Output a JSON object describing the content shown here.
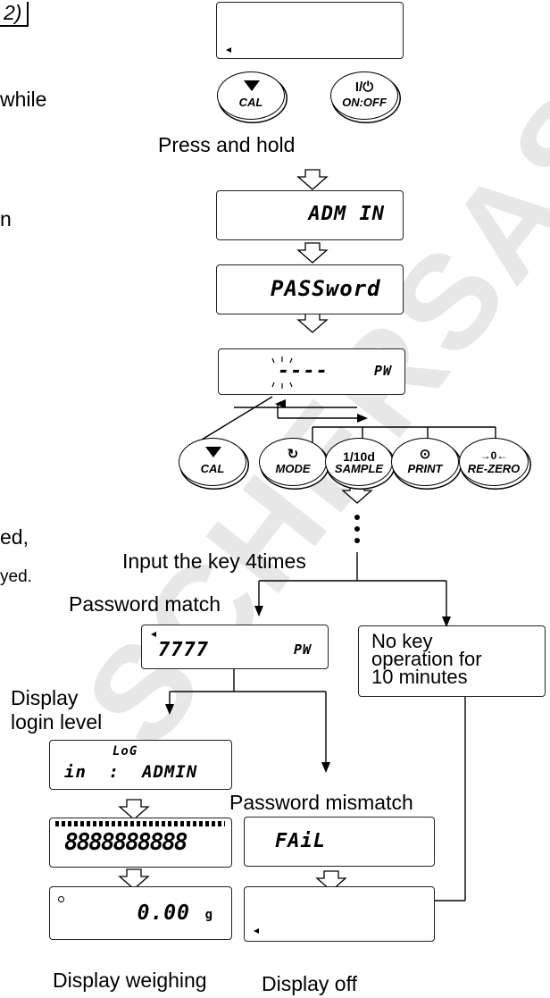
{
  "left_text": {
    "title_fragment": "2)",
    "while": "while",
    "n": "n",
    "ed": "ed,",
    "yed": "yed."
  },
  "watermark": "SCHERSAS",
  "keys_top": {
    "cal": {
      "label": "CAL",
      "icon": "down-triangle-icon"
    },
    "onoff": {
      "label": "ON:OFF",
      "icon_text": "I/⏻"
    }
  },
  "keys_row": {
    "cal": {
      "label": "CAL"
    },
    "mode": {
      "label": "MODE",
      "icon_text": "↻"
    },
    "sample": {
      "label": "SAMPLE",
      "top_text": "1/10d"
    },
    "print": {
      "label": "PRINT",
      "icon_text": "⊙"
    },
    "rezero": {
      "label": "RE-ZERO",
      "icon_text": "→0←"
    }
  },
  "displays": {
    "admin": "ADM IN",
    "password": "PASSword",
    "pw_dashes": "----",
    "pw_tag": "PW",
    "pw_entered": "7777",
    "login_top": "LoG",
    "login_bottom": "in  :  ADMIN",
    "all_segments": "8888888888",
    "weigh_value": "0.00",
    "weigh_unit": "g",
    "fail": "FAiL"
  },
  "labels": {
    "press_hold": "Press and hold",
    "input_key": "Input the key 4times",
    "pw_match": "Password  match",
    "no_key": "No key\noperation for\n10 minutes",
    "display_login": "Display\nlogin level",
    "pw_mismatch": "Password  mismatch",
    "display_weighing": "Display weighing",
    "display_off": "Display off"
  }
}
